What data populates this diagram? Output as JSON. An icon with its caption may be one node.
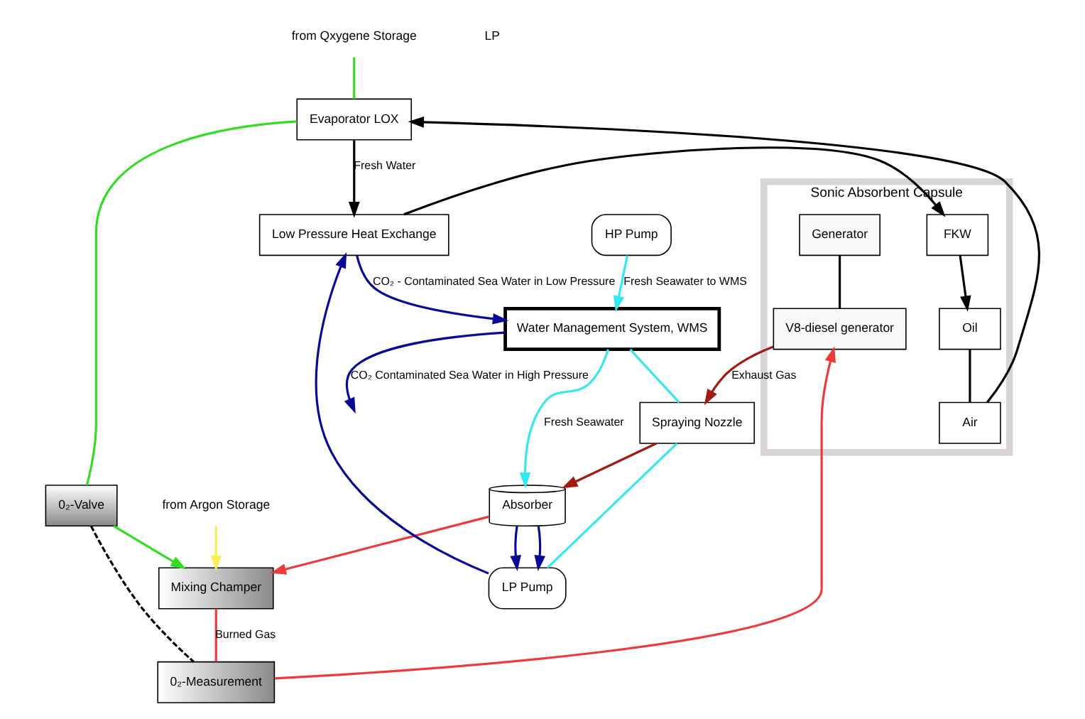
{
  "diagram": {
    "nodes": [
      {
        "text": [
          "from Qxygene Storage"
        ]
      },
      {
        "text": [
          "Evaporator LOX"
        ]
      },
      {
        "text": [
          "0₂-Valve"
        ]
      },
      {
        "text": [
          "Mixing Champer"
        ]
      },
      {
        "text": [
          "from Argon Storage"
        ]
      },
      {
        "text": [
          "0₂-Measurement"
        ]
      },
      {
        "text": [
          "Absorber"
        ]
      },
      {
        "text": [
          "Sonic Absorbent Capsule"
        ]
      },
      {
        "text": [
          "Generator"
        ],
        "in": 7
      },
      {
        "text": [
          "V8-diesel generator"
        ],
        "in": 7
      },
      {
        "text": [
          "Air"
        ],
        "in": 7
      },
      {
        "text": [
          "Oil"
        ],
        "in": 7
      },
      {
        "text": [
          "FKW"
        ],
        "in": 7
      },
      {
        "text": [
          "Spraying Nozzle"
        ]
      },
      {
        "text": [
          "LP Pump"
        ]
      },
      {
        "text": [
          "Low Pressure Heat Exchange"
        ]
      },
      {
        "text": [
          "Water Management System, WMS"
        ]
      },
      {
        "text": [
          "HP Pump"
        ]
      }
    ],
    "edges": [
      {
        "from": 0,
        "to": 1,
        "arrow": "none",
        "color": "#33dd22"
      },
      {
        "from": 1,
        "to": 2,
        "arrow": "none",
        "color": "#33dd22"
      },
      {
        "from": 2,
        "to": 3,
        "arrow": "to",
        "color": "#33dd22"
      },
      {
        "from": 4,
        "to": 3,
        "arrow": "to",
        "color": "#f5ee55"
      },
      {
        "from": 6,
        "to": 3,
        "arrow": "to",
        "color": "#ee3a3a"
      },
      {
        "from": 3,
        "to": 5,
        "label": "Burned Gas",
        "arrow": "none",
        "color": "#ee3a3a"
      },
      {
        "from": 5,
        "to": 9,
        "arrow": "to",
        "color": "#ee3a3a"
      },
      {
        "from": 2,
        "to": 5,
        "arrow": "none",
        "style": "dashed"
      },
      {
        "from": 8,
        "to": 9,
        "arrow": "none"
      },
      {
        "from": 9,
        "to": 13,
        "label": "Exhaust Gas",
        "arrow": "to",
        "color": "#a01c10"
      },
      {
        "from": 13,
        "to": 6,
        "arrow": "to",
        "color": "#a01c10"
      },
      {
        "from": 6,
        "to": 14,
        "arrow": "to",
        "color": "#0a0a99"
      },
      {
        "from": 6,
        "to": 14,
        "arrow": "to",
        "color": "#0a0a99"
      },
      {
        "from": 14,
        "to": 15,
        "arrow": "to",
        "color": "#0a0a99"
      },
      {
        "from": 15,
        "to": 16,
        "label": "CO₂ - Contaminated Sea Water in Low Pressure",
        "arrow": "to",
        "color": "#0a0a99"
      },
      {
        "from": 16,
        "to": null,
        "label": "CO₂ Contaminated Sea Water in High Pressure",
        "arrow": "to",
        "color": "#0a0a99"
      },
      {
        "from": 17,
        "to": 16,
        "label": "Fresh Seawater to WMS",
        "arrow": "to",
        "color": "#33e8ee"
      },
      {
        "from": 16,
        "to": 6,
        "label": "Fresh Seawater",
        "arrow": "to",
        "color": "#33e8ee"
      },
      {
        "from": 16,
        "to": 13,
        "arrow": "none",
        "color": "#33e8ee"
      },
      {
        "from": 13,
        "to": 14,
        "arrow": "none",
        "color": "#33e8ee"
      },
      {
        "from": 1,
        "to": 15,
        "label": "Fresh Water",
        "arrow": "to"
      },
      {
        "from": 15,
        "to": 12,
        "arrow": "to"
      },
      {
        "from": 12,
        "to": 11,
        "arrow": "to"
      },
      {
        "from": 11,
        "to": 10,
        "arrow": "none"
      },
      {
        "from": 10,
        "to": 1,
        "arrow": "to"
      }
    ],
    "labels": [
      "LP"
    ]
  }
}
